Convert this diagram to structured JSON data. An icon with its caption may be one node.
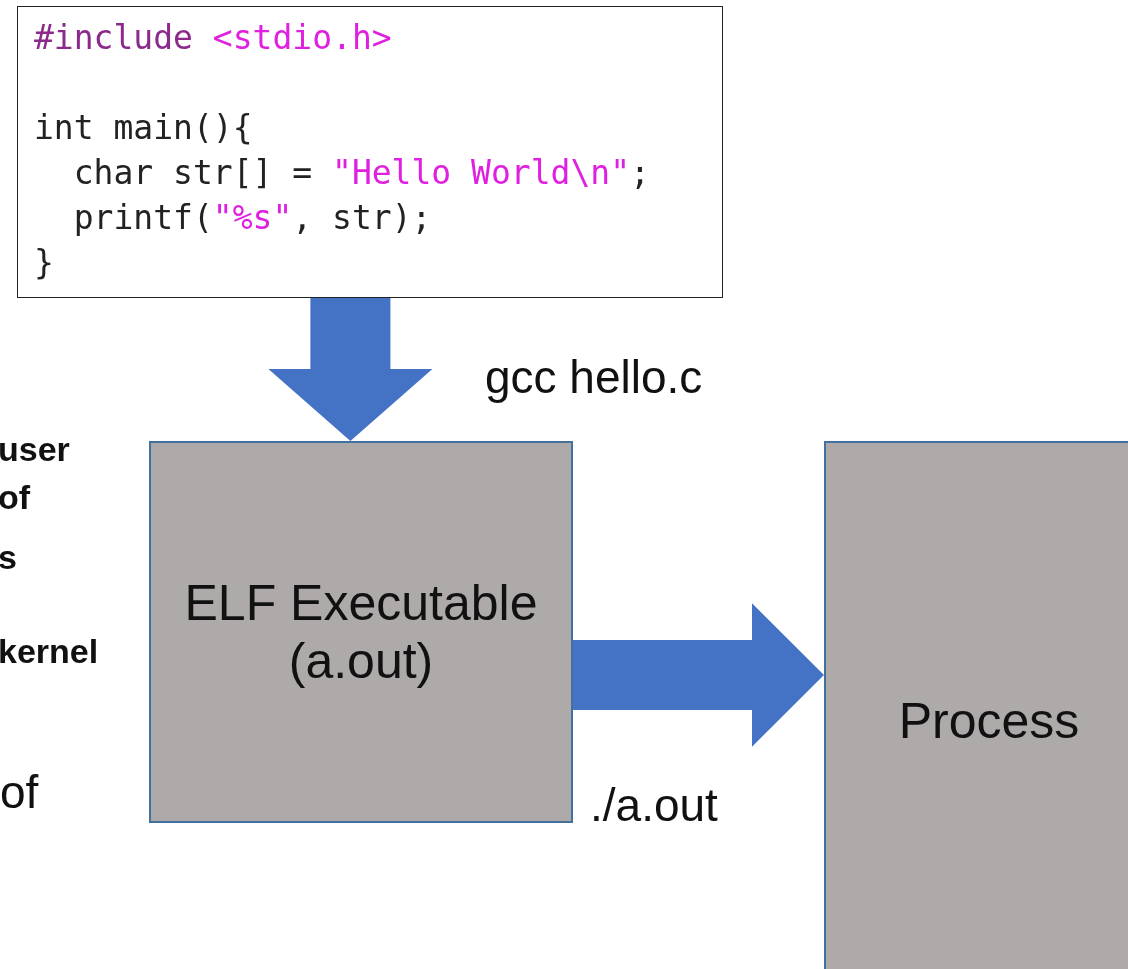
{
  "diagram": {
    "nodes": [
      {
        "text": [
          "#include <stdio.h>",
          "int main(){",
          "  char str[] = \"Hello World\\n\";",
          "  printf(\"%s\", str);",
          "}"
        ]
      },
      {
        "text": [
          "ELF Executable (a.out)"
        ]
      },
      {
        "text": [
          "Process"
        ]
      }
    ],
    "edges": [
      {
        "from": 0,
        "to": 1,
        "arrow": "to",
        "label": "gcc hello.c"
      },
      {
        "from": 1,
        "to": 2,
        "arrow": "to",
        "label": "./a.out"
      }
    ],
    "labels": [
      "user",
      "of",
      "s",
      "kernel",
      "of"
    ]
  }
}
